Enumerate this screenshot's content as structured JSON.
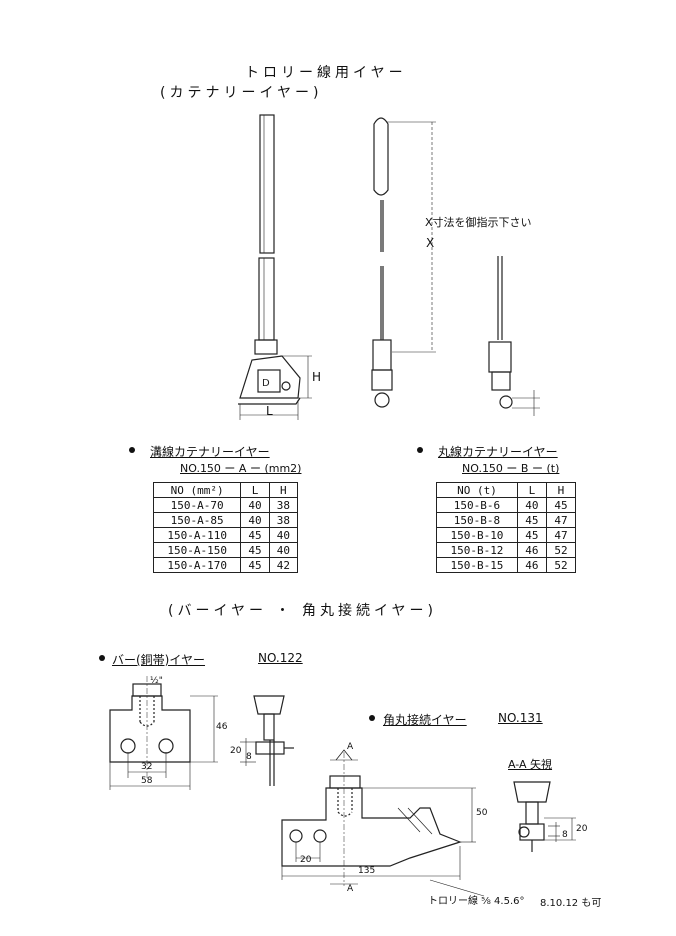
{
  "header": {
    "title": "トロリー線用イヤー",
    "subtitle": "(カテナリーイヤー)"
  },
  "top_drawing": {
    "x_note": "X寸法を御指示下さい",
    "dims": [
      "X",
      "H",
      "L"
    ]
  },
  "square_catenary": {
    "heading": "溝線カテナリーイヤー",
    "code": "NO.150 ー A ー (mm2)",
    "columns": [
      "NO (mm²)",
      "L",
      "H"
    ],
    "rows": [
      [
        "150-A-70",
        "40",
        "38"
      ],
      [
        "150-A-85",
        "40",
        "38"
      ],
      [
        "150-A-110",
        "45",
        "40"
      ],
      [
        "150-A-150",
        "45",
        "40"
      ],
      [
        "150-A-170",
        "45",
        "42"
      ]
    ]
  },
  "round_catenary": {
    "heading": "丸線カテナリーイヤー",
    "code": "NO.150 ー B ー (t)",
    "columns": [
      "NO (t)",
      "L",
      "H"
    ],
    "rows": [
      [
        "150-B-6",
        "40",
        "45"
      ],
      [
        "150-B-8",
        "45",
        "47"
      ],
      [
        "150-B-10",
        "45",
        "47"
      ],
      [
        "150-B-12",
        "46",
        "52"
      ],
      [
        "150-B-15",
        "46",
        "52"
      ]
    ]
  },
  "section2": {
    "title": "(バーイヤー ・ 角丸接続イヤー)"
  },
  "bar_ear": {
    "heading": "バー(銅帯)イヤー",
    "code": "NO.122",
    "dims": [
      "46",
      "32",
      "58",
      "20",
      "8",
      "½\""
    ]
  },
  "connect_ear": {
    "heading": "角丸接続イヤー",
    "code": "NO.131",
    "view_label": "A-A 矢視",
    "dims": [
      "50",
      "20",
      "135",
      "20",
      "8",
      "A",
      "A"
    ],
    "note": "トロリー線 ⅝ 4.5.6°",
    "note_suffix": "8.10.12 も可"
  }
}
